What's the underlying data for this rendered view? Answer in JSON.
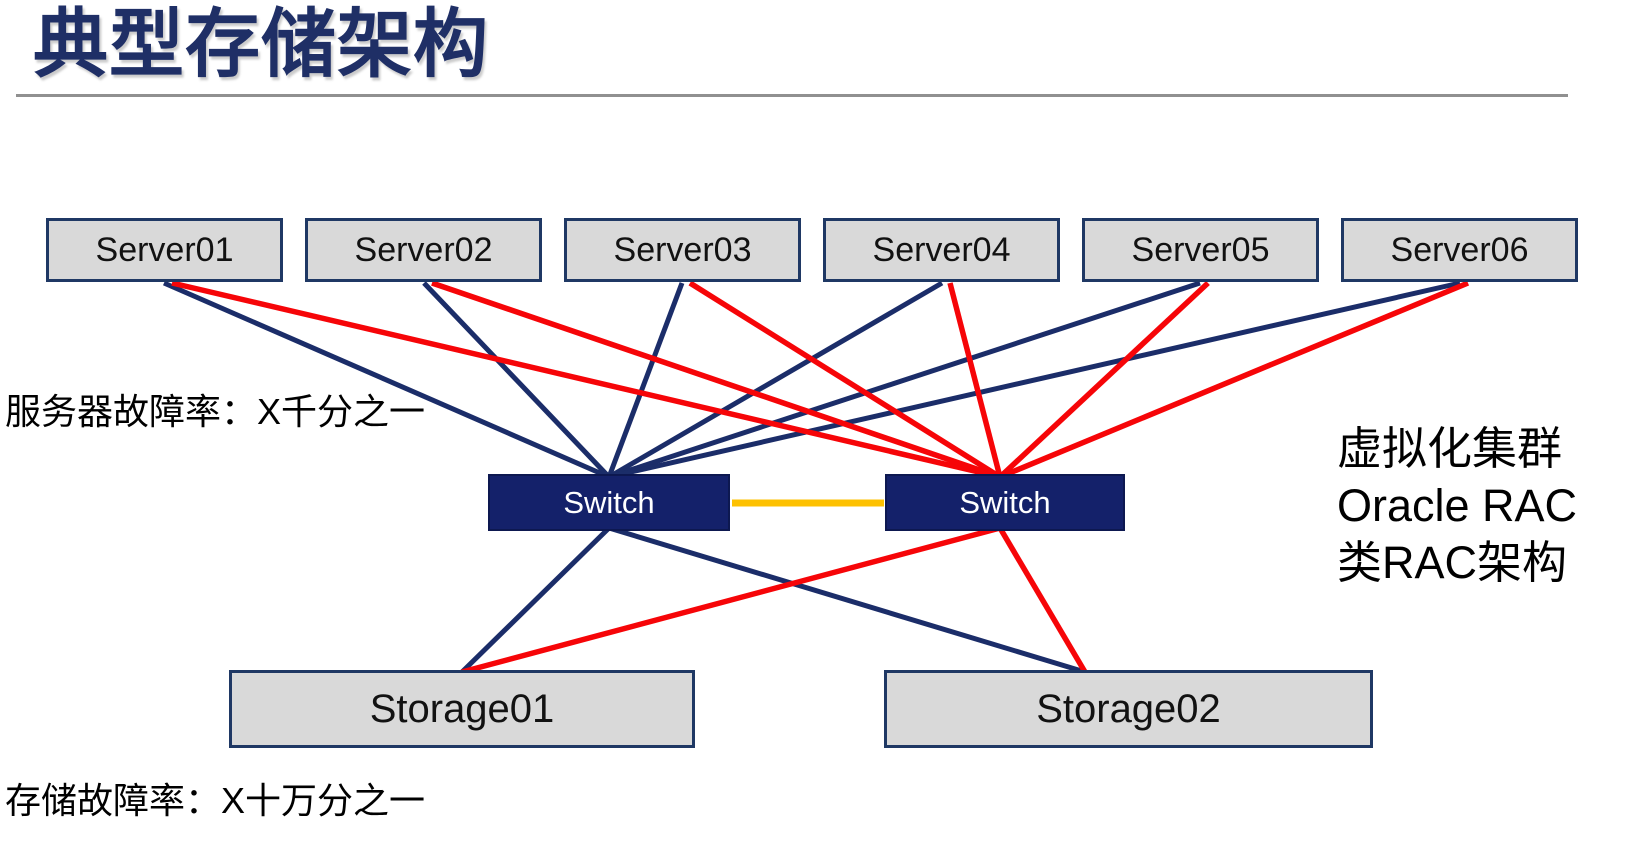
{
  "slide": {
    "title": "典型存储架构",
    "labels": {
      "server_fault": "服务器故障率：X千分之一",
      "storage_fault": "存储故障率：X十万分之一"
    },
    "note": {
      "lines": [
        "虚拟化集群",
        "Oracle RAC",
        "类RAC架构"
      ]
    }
  },
  "nodes": {
    "servers": [
      "Server01",
      "Server02",
      "Server03",
      "Server04",
      "Server05",
      "Server06"
    ],
    "switches": [
      "Switch",
      "Switch"
    ],
    "storages": [
      "Storage01",
      "Storage02"
    ]
  },
  "links": [
    {
      "from": "Server01",
      "to": "Switch-1",
      "color": "navy"
    },
    {
      "from": "Server02",
      "to": "Switch-1",
      "color": "navy"
    },
    {
      "from": "Server03",
      "to": "Switch-1",
      "color": "navy"
    },
    {
      "from": "Server04",
      "to": "Switch-1",
      "color": "navy"
    },
    {
      "from": "Server05",
      "to": "Switch-1",
      "color": "navy"
    },
    {
      "from": "Server06",
      "to": "Switch-1",
      "color": "navy"
    },
    {
      "from": "Server01",
      "to": "Switch-2",
      "color": "red"
    },
    {
      "from": "Server02",
      "to": "Switch-2",
      "color": "red"
    },
    {
      "from": "Server03",
      "to": "Switch-2",
      "color": "red"
    },
    {
      "from": "Server04",
      "to": "Switch-2",
      "color": "red"
    },
    {
      "from": "Server05",
      "to": "Switch-2",
      "color": "red"
    },
    {
      "from": "Server06",
      "to": "Switch-2",
      "color": "red"
    },
    {
      "from": "Switch-1",
      "to": "Storage01",
      "color": "navy"
    },
    {
      "from": "Switch-1",
      "to": "Storage02",
      "color": "navy"
    },
    {
      "from": "Switch-2",
      "to": "Storage01",
      "color": "red"
    },
    {
      "from": "Switch-2",
      "to": "Storage02",
      "color": "red"
    },
    {
      "from": "Switch-1",
      "to": "Switch-2",
      "color": "yellow"
    }
  ],
  "colors": {
    "navy": "#1b2d69",
    "switch-fill": "#14216a",
    "red": "#f60508",
    "yellow": "#fdc101",
    "box-fill": "#d9d9d9",
    "box-border": "#1f3864",
    "title-navy": "#1f2f66",
    "divider-gray": "#909090",
    "text-black": "#000000"
  }
}
